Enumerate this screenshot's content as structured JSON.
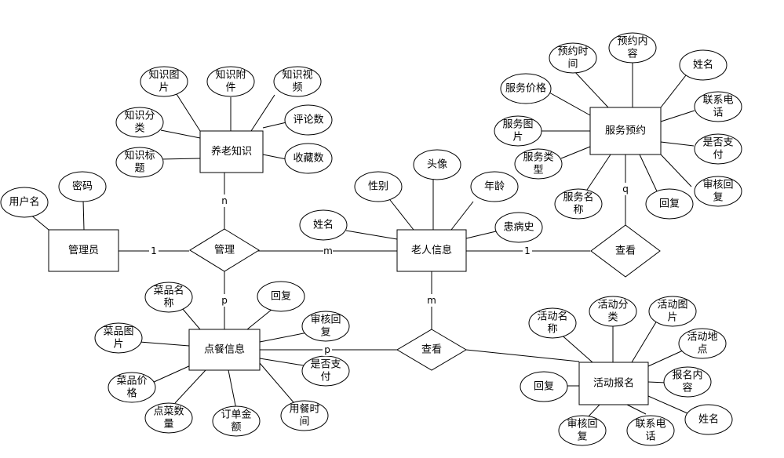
{
  "entities": {
    "admin": "管理员",
    "elderly_knowledge": "养老知识",
    "elder_info": "老人信息",
    "meal_info": "点餐信息",
    "service_booking": "服务预约",
    "activity_signup": "活动报名"
  },
  "relationships": {
    "manage": "管理",
    "view_service": "查看",
    "view_activity": "查看"
  },
  "cardinalities": {
    "admin_manage": "1",
    "manage_knowledge": "n",
    "manage_elder": "m",
    "manage_meal": "p",
    "elder_view_service": "1",
    "view_service_booking": "q",
    "elder_view_activity": "m",
    "meal_view_activity": "p"
  },
  "attributes": {
    "admin": {
      "username": "用户名",
      "password": "密码"
    },
    "knowledge": {
      "image": [
        "知识图",
        "片"
      ],
      "attachment": [
        "知识附",
        "件"
      ],
      "video": [
        "知识视",
        "频"
      ],
      "category": [
        "知识分",
        "类"
      ],
      "comments": "评论数",
      "title": [
        "知识标",
        "题"
      ],
      "favorites": "收藏数"
    },
    "elder": {
      "gender": "性别",
      "avatar": "头像",
      "age": "年龄",
      "name": "姓名",
      "medical_history": "患病史"
    },
    "service": {
      "booking_time": [
        "预约时",
        "间"
      ],
      "booking_content": [
        "预约内",
        "容"
      ],
      "name": "姓名",
      "price": "服务价格",
      "phone": [
        "联系电",
        "话"
      ],
      "image": [
        "服务图",
        "片"
      ],
      "paid": [
        "是否支",
        "付"
      ],
      "type": [
        "服务类",
        "型"
      ],
      "review_reply": [
        "审核回",
        "复"
      ],
      "service_name": [
        "服务名",
        "称"
      ],
      "reply": "回复"
    },
    "meal": {
      "dish_name": [
        "菜品名",
        "称"
      ],
      "reply": "回复",
      "dish_image": [
        "菜品图",
        "片"
      ],
      "review_reply": [
        "审核回",
        "复"
      ],
      "paid": [
        "是否支",
        "付"
      ],
      "dish_price": [
        "菜品价",
        "格"
      ],
      "dish_count": [
        "点菜数",
        "量"
      ],
      "order_amount": [
        "订单金",
        "额"
      ],
      "meal_time": [
        "用餐时",
        "间"
      ]
    },
    "activity": {
      "activity_name": [
        "活动名",
        "称"
      ],
      "category": [
        "活动分",
        "类"
      ],
      "image": [
        "活动图",
        "片"
      ],
      "location": [
        "活动地",
        "点"
      ],
      "reply": "回复",
      "signup_content": [
        "报名内",
        "容"
      ],
      "name": "姓名",
      "review_reply": [
        "审核回",
        "复"
      ],
      "phone": [
        "联系电",
        "话"
      ]
    }
  }
}
